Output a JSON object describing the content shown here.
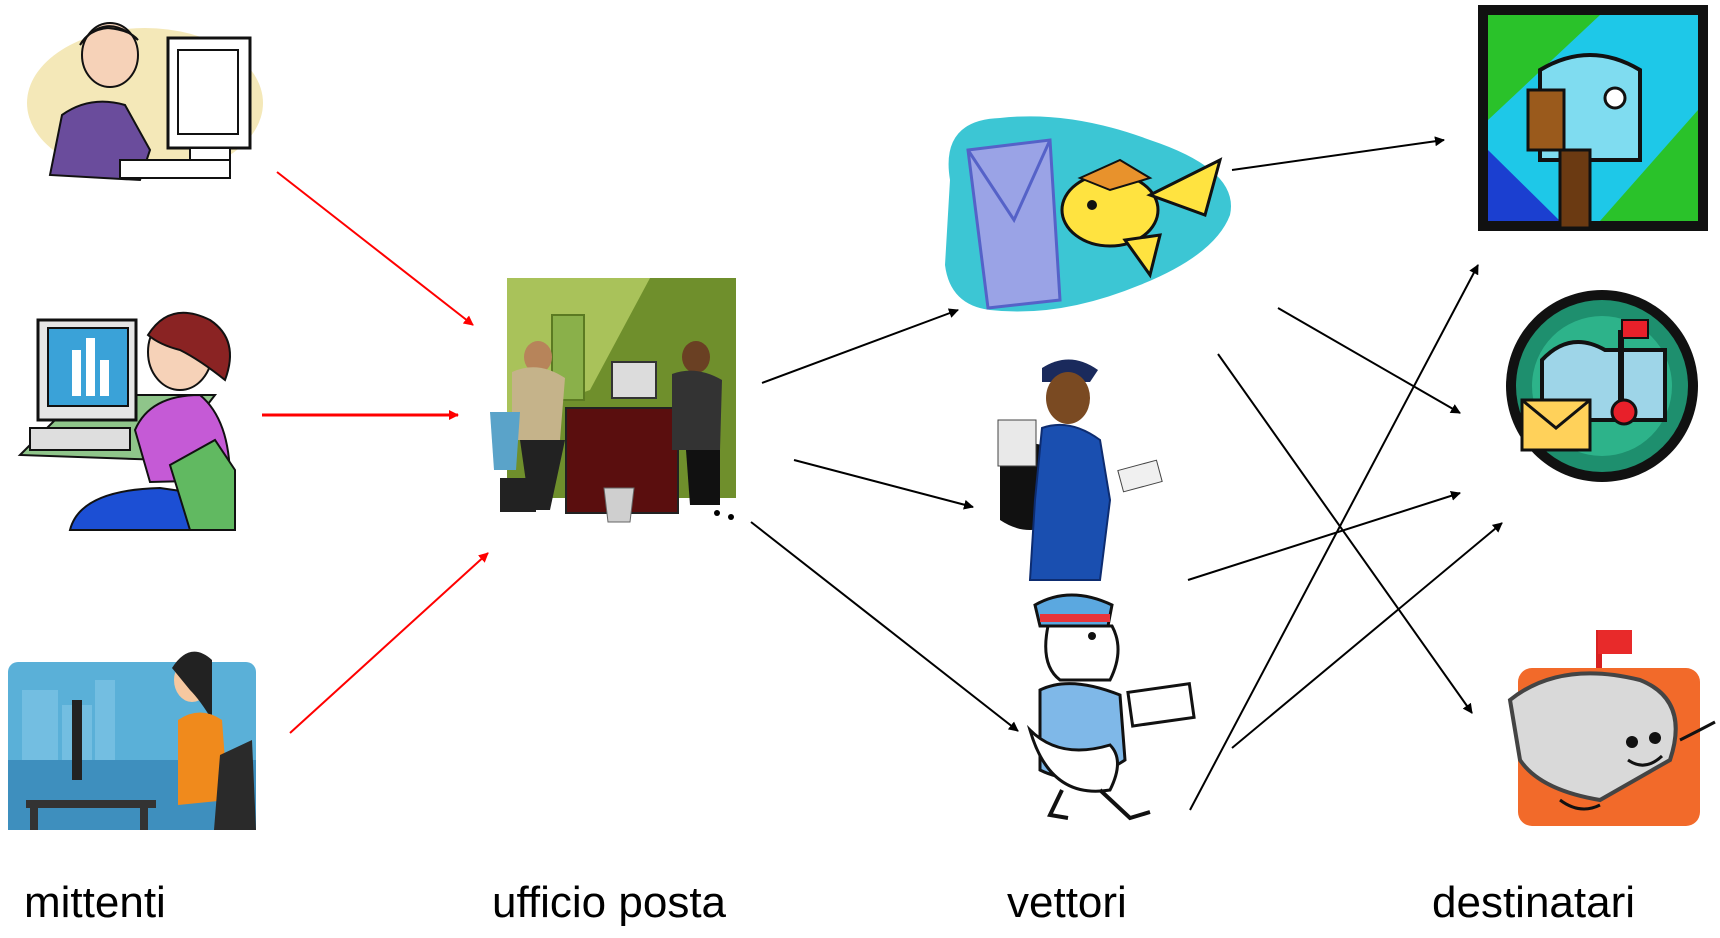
{
  "labels": {
    "senders": "mittenti",
    "post_office": "ufficio posta",
    "carriers": "vettori",
    "recipients": "destinatari"
  },
  "icons": {
    "senders": [
      "headset-operator-at-computer-icon",
      "woman-at-desktop-computer-icon",
      "woman-at-laptop-office-icon"
    ],
    "post_office": "post-office-meeting-icon",
    "carriers": [
      "flying-bird-with-envelope-icon",
      "postwoman-with-mailbag-icon",
      "cartoon-postman-icon"
    ],
    "recipients": [
      "mailbox-with-letters-icon",
      "mailbox-circle-badge-icon",
      "smiling-mailbox-icon"
    ]
  },
  "colors": {
    "sender_arrows": "#ff0000",
    "other_arrows": "#000000"
  }
}
